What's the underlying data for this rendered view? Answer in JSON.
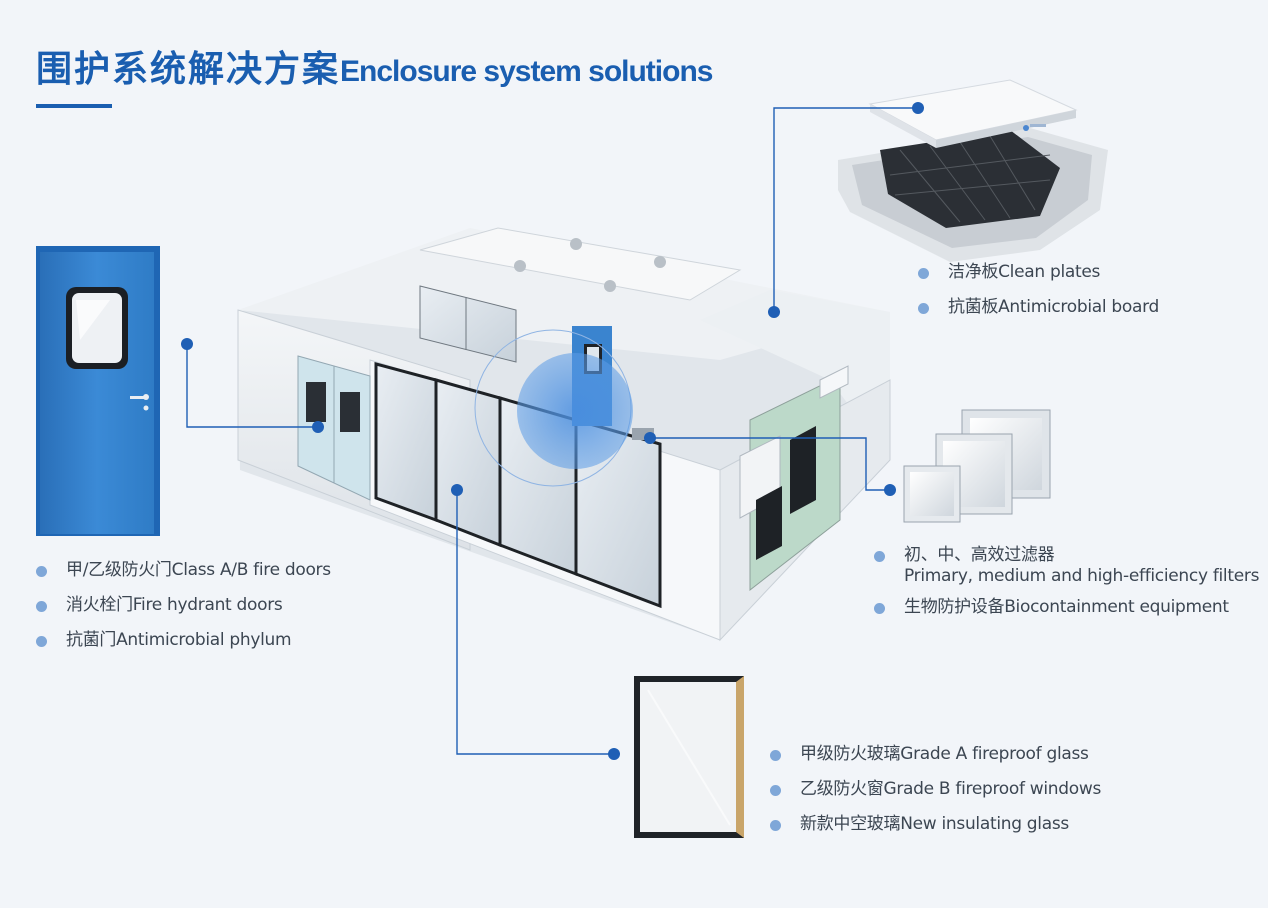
{
  "header": {
    "title_cn": "围护系统解决方案",
    "title_en": "Enclosure system solutions"
  },
  "lists": {
    "doors": [
      {
        "label": "甲/乙级防火门Class A/B fire doors"
      },
      {
        "label": "消火栓门Fire hydrant doors"
      },
      {
        "label": "抗菌门Antimicrobial phylum"
      }
    ],
    "panels": [
      {
        "label": "洁净板Clean plates"
      },
      {
        "label": "抗菌板Antimicrobial board"
      }
    ],
    "filters": [
      {
        "label": "初、中、高效过滤器",
        "sub": "Primary, medium and high-efficiency filters"
      },
      {
        "label": "生物防护设备Biocontainment equipment"
      }
    ],
    "glass": [
      {
        "label": "甲级防火玻璃Grade A fireproof glass"
      },
      {
        "label": "乙级防火窗Grade B fireproof windows"
      },
      {
        "label": "新款中空玻璃New insulating glass"
      }
    ]
  },
  "colors": {
    "brand_blue": "#1a5eb0",
    "bullet_blue": "#7fa7d8",
    "connector_blue": "#1f5fb5",
    "door_blue": "#2f7fc8",
    "background": "#f2f5f9"
  }
}
